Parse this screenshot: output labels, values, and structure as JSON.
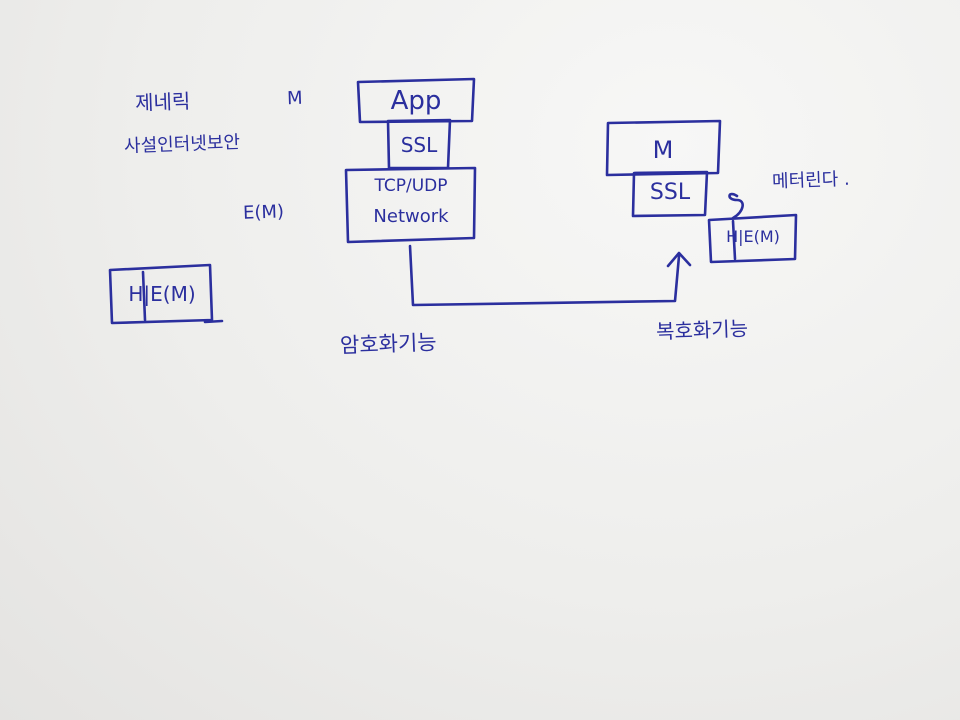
{
  "ink_color": "#2b2f9e",
  "paper_color": "#f2f2f0",
  "notes": {
    "heading": "제네릭",
    "m_mark": "M",
    "description": "사설인터넷보안",
    "em_label": "E(M)",
    "he_left": "H|E(M)",
    "encrypt_label": "암호화기능",
    "decrypt_label": "복호화기능",
    "return_note": "메터린다 ."
  },
  "sender_stack": {
    "app": "App",
    "ssl": "SSL",
    "transport": "TCP/UDP",
    "network": "Network"
  },
  "receiver_stack": {
    "m": "M",
    "ssl": "SSL",
    "he": "H|E(M)"
  }
}
